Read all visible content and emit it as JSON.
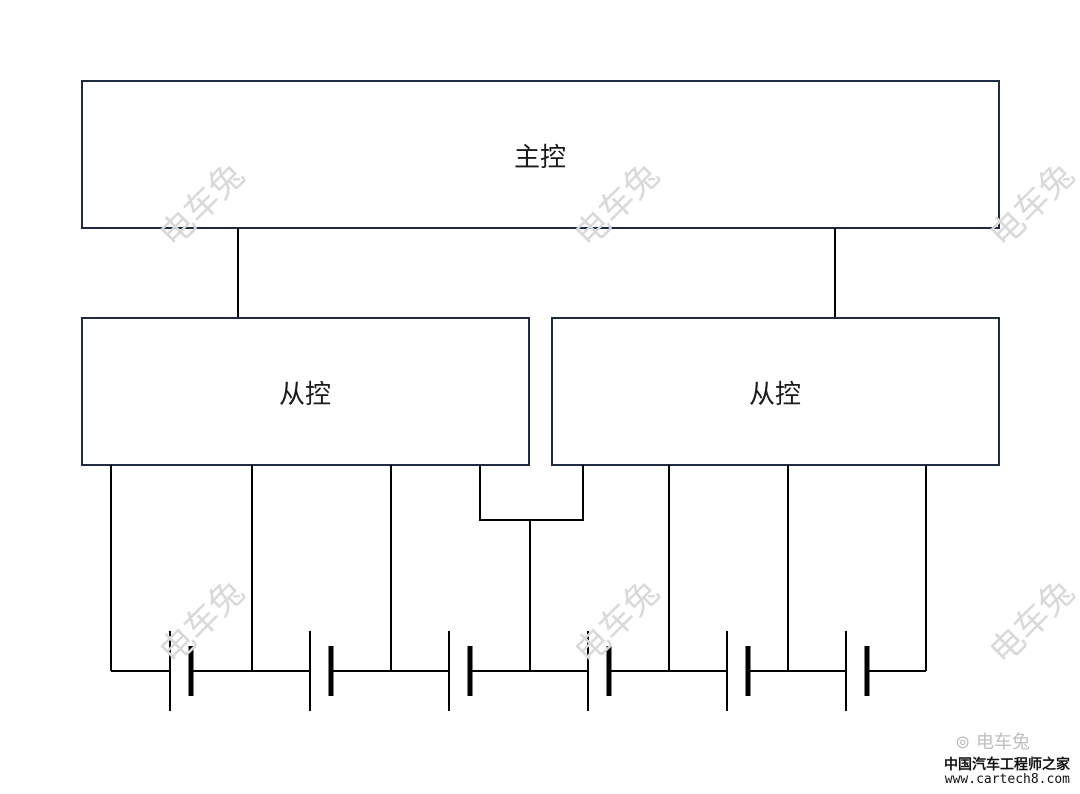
{
  "master": {
    "label": "主控"
  },
  "slaves": [
    {
      "label": "从控"
    },
    {
      "label": "从控"
    }
  ],
  "watermark": {
    "text": "电车兔"
  },
  "footer": {
    "wechat": "电车兔",
    "brand": "中国汽车工程师之家",
    "url": "www.cartech8.com"
  },
  "colors": {
    "box_border": "#1f2a44",
    "wire": "#000000",
    "watermark": "#d9d9d9"
  }
}
